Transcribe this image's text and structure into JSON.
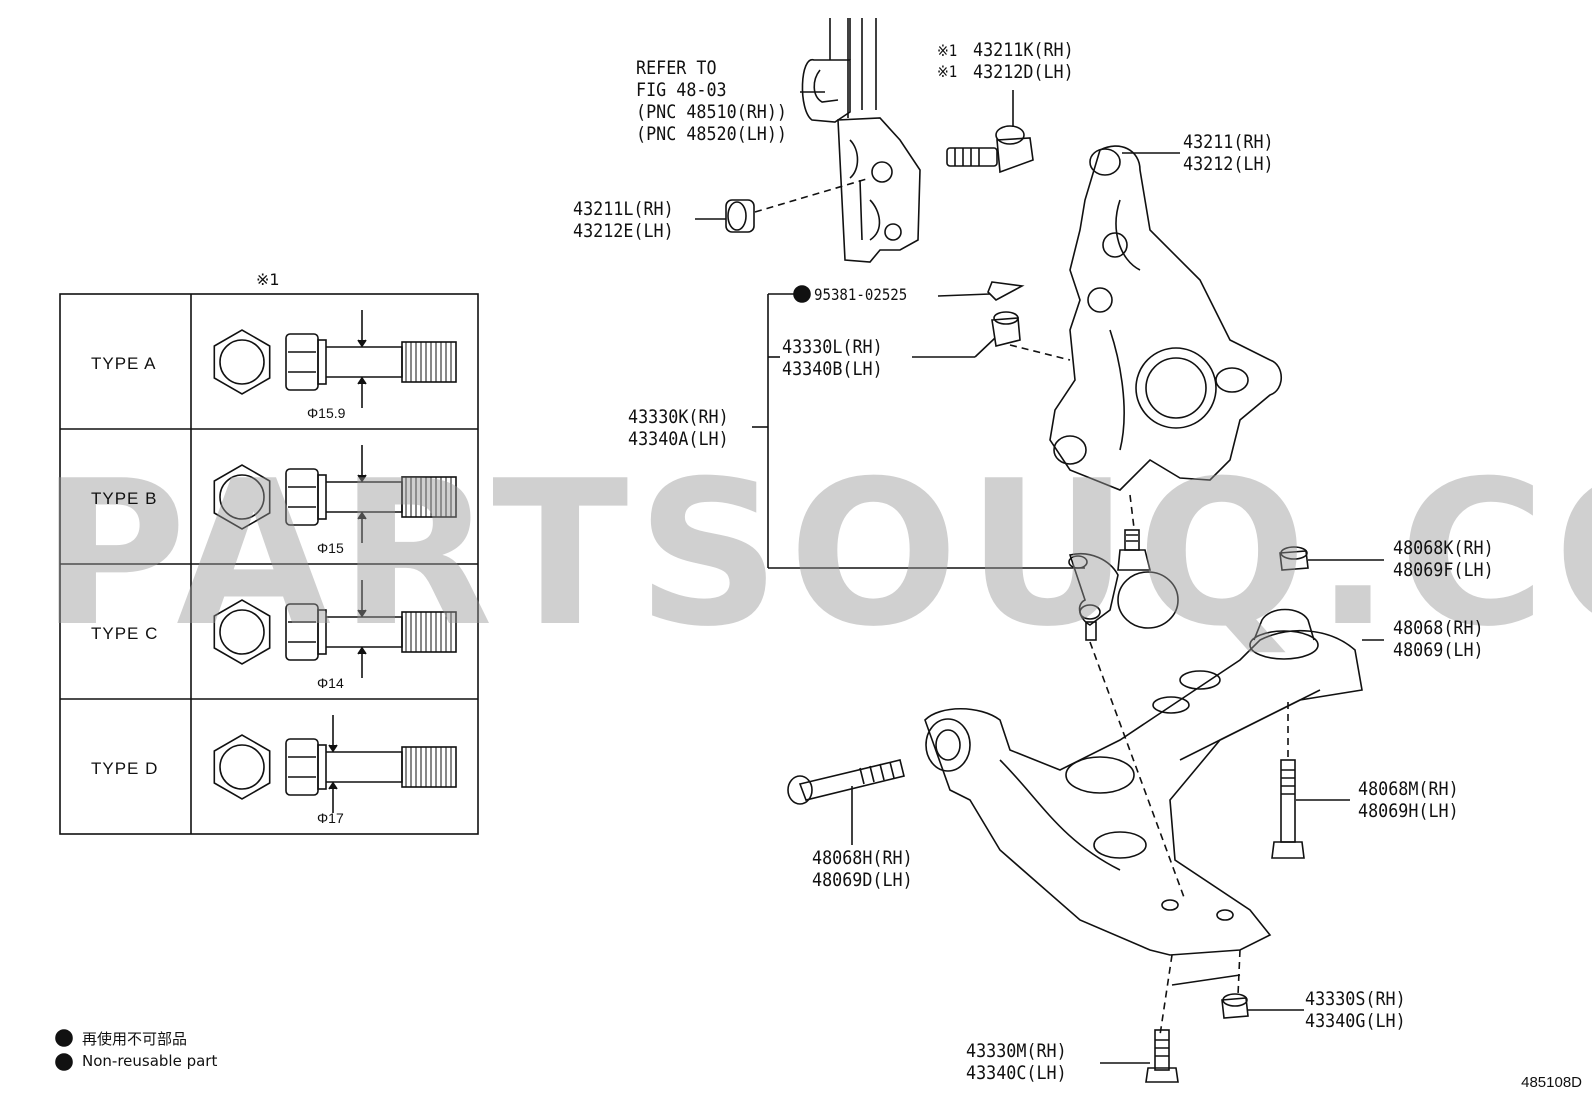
{
  "table": {
    "header_mark": "※1",
    "rows": [
      {
        "type": "TYPE  A",
        "dia": "Φ15.9"
      },
      {
        "type": "TYPE  B",
        "dia": "Φ15"
      },
      {
        "type": "TYPE  C",
        "dia": "Φ14"
      },
      {
        "type": "TYPE  D",
        "dia": "Φ17"
      }
    ]
  },
  "callouts": {
    "refer": "REFER TO\nFIG 48-03\n(PNC 48510(RH))\n(PNC 48520(LH))",
    "bolt_top_mark": "※1\n※1",
    "bolt_top": "43211K(RH)\n43212D(LH)",
    "knuckle": "43211(RH)\n43212(LH)",
    "bushing": "43211L(RH)\n43212E(LH)",
    "cotter_pin": "95381-02525",
    "nut": "43330L(RH)\n43340B(LH)",
    "ball_joint": "43330K(RH)\n43340A(LH)",
    "nut_48068k": "48068K(RH)\n48069F(LH)",
    "arm": "48068(RH)\n48069(LH)",
    "bolt_48068m": "48068M(RH)\n48069H(LH)",
    "bolt_48068h": "48068H(RH)\n48069D(LH)",
    "nut_43330s": "43330S(RH)\n43340G(LH)",
    "bolt_43330m": "43330M(RH)\n43340C(LH)"
  },
  "legend": {
    "jp": "再使用不可部品",
    "en": "Non-reusable part"
  },
  "watermark": "PARTSOUQ.COM",
  "figure_id": "485108D"
}
